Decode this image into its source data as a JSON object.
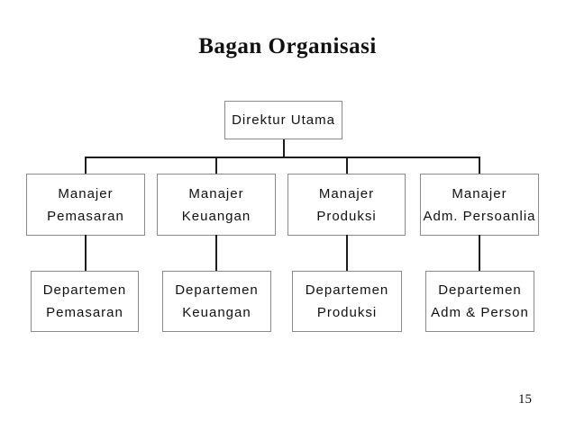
{
  "title": "Bagan Organisasi",
  "page_number": "15",
  "colors": {
    "slide_background": "#ffffff",
    "box_border": "#8a8a8a",
    "connector": "#1c1c1c",
    "text": "#111111"
  },
  "org_chart": {
    "root": {
      "label": "Direktur Utama"
    },
    "level2": [
      {
        "line1": "Manajer",
        "line2": "Pemasaran"
      },
      {
        "line1": "Manajer",
        "line2": "Keuangan"
      },
      {
        "line1": "Manajer",
        "line2": "Produksi"
      },
      {
        "line1": "Manajer",
        "line2": "Adm. Persoanlia"
      }
    ],
    "level3": [
      {
        "line1": "Departemen",
        "line2": "Pemasaran"
      },
      {
        "line1": "Departemen",
        "line2": "Keuangan"
      },
      {
        "line1": "Departemen",
        "line2": "Produksi"
      },
      {
        "line1": "Departemen",
        "line2": "Adm & Person"
      }
    ]
  }
}
